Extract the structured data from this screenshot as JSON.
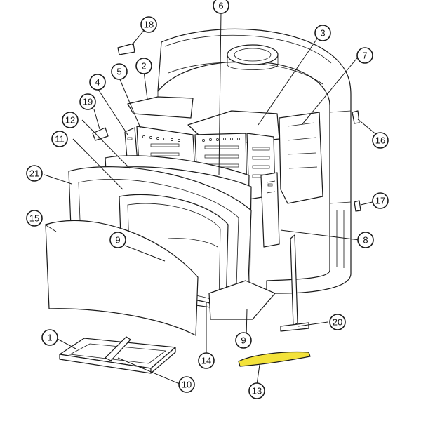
{
  "diagram": {
    "highlight_color": "#f3e23a",
    "line_color": "#1a1a1a",
    "highlighted_part": "13",
    "callouts": [
      {
        "id": "c1",
        "label": "1"
      },
      {
        "id": "c2",
        "label": "2"
      },
      {
        "id": "c3",
        "label": "3"
      },
      {
        "id": "c4",
        "label": "4"
      },
      {
        "id": "c5",
        "label": "5"
      },
      {
        "id": "c6",
        "label": "6"
      },
      {
        "id": "c7",
        "label": "7"
      },
      {
        "id": "c8",
        "label": "8"
      },
      {
        "id": "c9a",
        "label": "9"
      },
      {
        "id": "c9b",
        "label": "9"
      },
      {
        "id": "c10",
        "label": "10"
      },
      {
        "id": "c11",
        "label": "11"
      },
      {
        "id": "c12",
        "label": "12"
      },
      {
        "id": "c13",
        "label": "13"
      },
      {
        "id": "c14",
        "label": "14"
      },
      {
        "id": "c15",
        "label": "15"
      },
      {
        "id": "c16",
        "label": "16"
      },
      {
        "id": "c17",
        "label": "17"
      },
      {
        "id": "c18",
        "label": "18"
      },
      {
        "id": "c19",
        "label": "19"
      },
      {
        "id": "c20",
        "label": "20"
      },
      {
        "id": "c21",
        "label": "21"
      }
    ]
  }
}
